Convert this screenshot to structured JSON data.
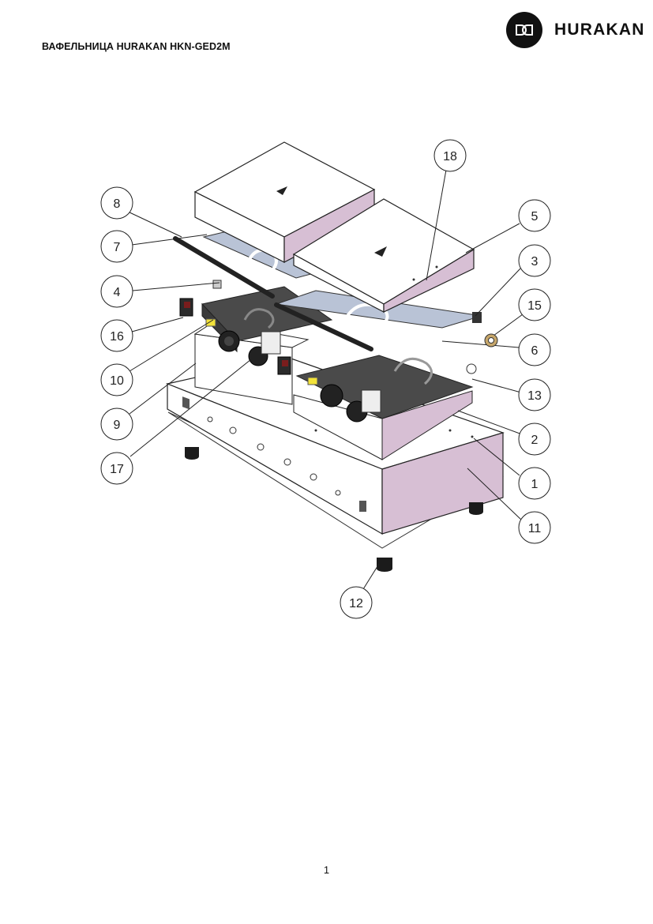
{
  "header": {
    "title": "ВАФЕЛЬНИЦА HURAKAN HKN-GED2M",
    "brand_name": "HURAKAN",
    "logo_icon": "hurakan-infinity-logo-icon"
  },
  "diagram": {
    "callouts": [
      "8",
      "7",
      "4",
      "16",
      "10",
      "9",
      "17",
      "18",
      "5",
      "3",
      "15",
      "6",
      "13",
      "2",
      "1",
      "11",
      "12"
    ]
  },
  "footer": {
    "page_number": "1"
  },
  "colors": {
    "ink": "#111111",
    "accent_pink": "#d7bfd4",
    "steel_blue": "#b9c3d6",
    "dark_plate": "#4a4a4a",
    "yellow": "#f2e23a",
    "red_switch": "#7a1d1d"
  }
}
